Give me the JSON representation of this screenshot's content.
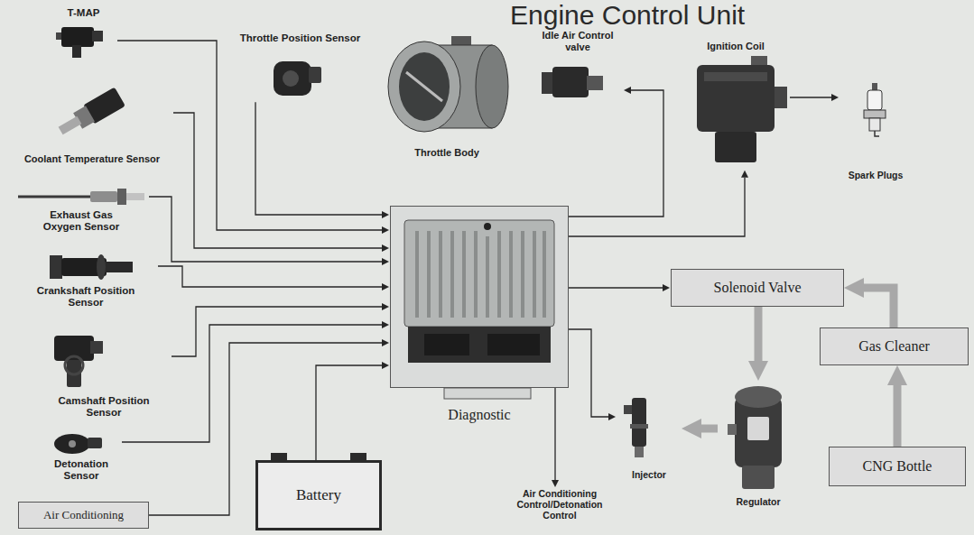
{
  "diagram": {
    "title": "Engine Control Unit",
    "nodes": [
      {
        "text": [
          "T-MAP"
        ]
      },
      {
        "text": [
          "Throttle Position Sensor"
        ]
      },
      {
        "text": [
          "Throttle Body"
        ]
      },
      {
        "text": [
          "Idle Air Control valve"
        ]
      },
      {
        "text": [
          "Ignition Coil"
        ]
      },
      {
        "text": [
          "Spark Plugs"
        ]
      },
      {
        "text": [
          "Coolant Temperature Sensor"
        ]
      },
      {
        "text": [
          "Exhaust Gas Oxygen Sensor"
        ]
      },
      {
        "text": [
          "Crankshaft Position Sensor"
        ]
      },
      {
        "text": [
          "Camshaft Position Sensor"
        ]
      },
      {
        "text": [
          "Detonation Sensor"
        ]
      },
      {
        "text": [
          "Air Conditioning"
        ]
      },
      {
        "text": [
          "Battery"
        ]
      },
      {
        "text": [
          "Diagnostic"
        ]
      },
      {
        "text": [
          "Solenoid Valve"
        ]
      },
      {
        "text": [
          "Gas Cleaner"
        ]
      },
      {
        "text": [
          "CNG Bottle"
        ]
      },
      {
        "text": [
          "Regulator"
        ]
      },
      {
        "text": [
          "Injector"
        ]
      },
      {
        "text": [
          "Air Conditioning Control/Detonation Control"
        ]
      }
    ],
    "edges": [
      {
        "from": 0,
        "to": 13,
        "arrow": "to"
      },
      {
        "from": 1,
        "to": 13,
        "arrow": "to"
      },
      {
        "from": 6,
        "to": 13,
        "arrow": "to"
      },
      {
        "from": 7,
        "to": 13,
        "arrow": "to"
      },
      {
        "from": 8,
        "to": 13,
        "arrow": "to"
      },
      {
        "from": 9,
        "to": 13,
        "arrow": "to"
      },
      {
        "from": 10,
        "to": 13,
        "arrow": "to"
      },
      {
        "from": 11,
        "to": 13,
        "arrow": "to"
      },
      {
        "from": 12,
        "to": 13,
        "arrow": "to"
      },
      {
        "from": 13,
        "to": 3,
        "arrow": "to"
      },
      {
        "from": 13,
        "to": 4,
        "arrow": "to"
      },
      {
        "from": 4,
        "to": 5,
        "arrow": "to"
      },
      {
        "from": 13,
        "to": 14,
        "arrow": "to"
      },
      {
        "from": 13,
        "to": 18,
        "arrow": "to"
      },
      {
        "from": 13,
        "to": 19,
        "arrow": "to"
      },
      {
        "from": 15,
        "to": 14,
        "arrow": "to"
      },
      {
        "from": 16,
        "to": 15,
        "arrow": "to"
      },
      {
        "from": 14,
        "to": 17,
        "arrow": "to"
      },
      {
        "from": 17,
        "to": 18,
        "arrow": "to"
      }
    ]
  }
}
